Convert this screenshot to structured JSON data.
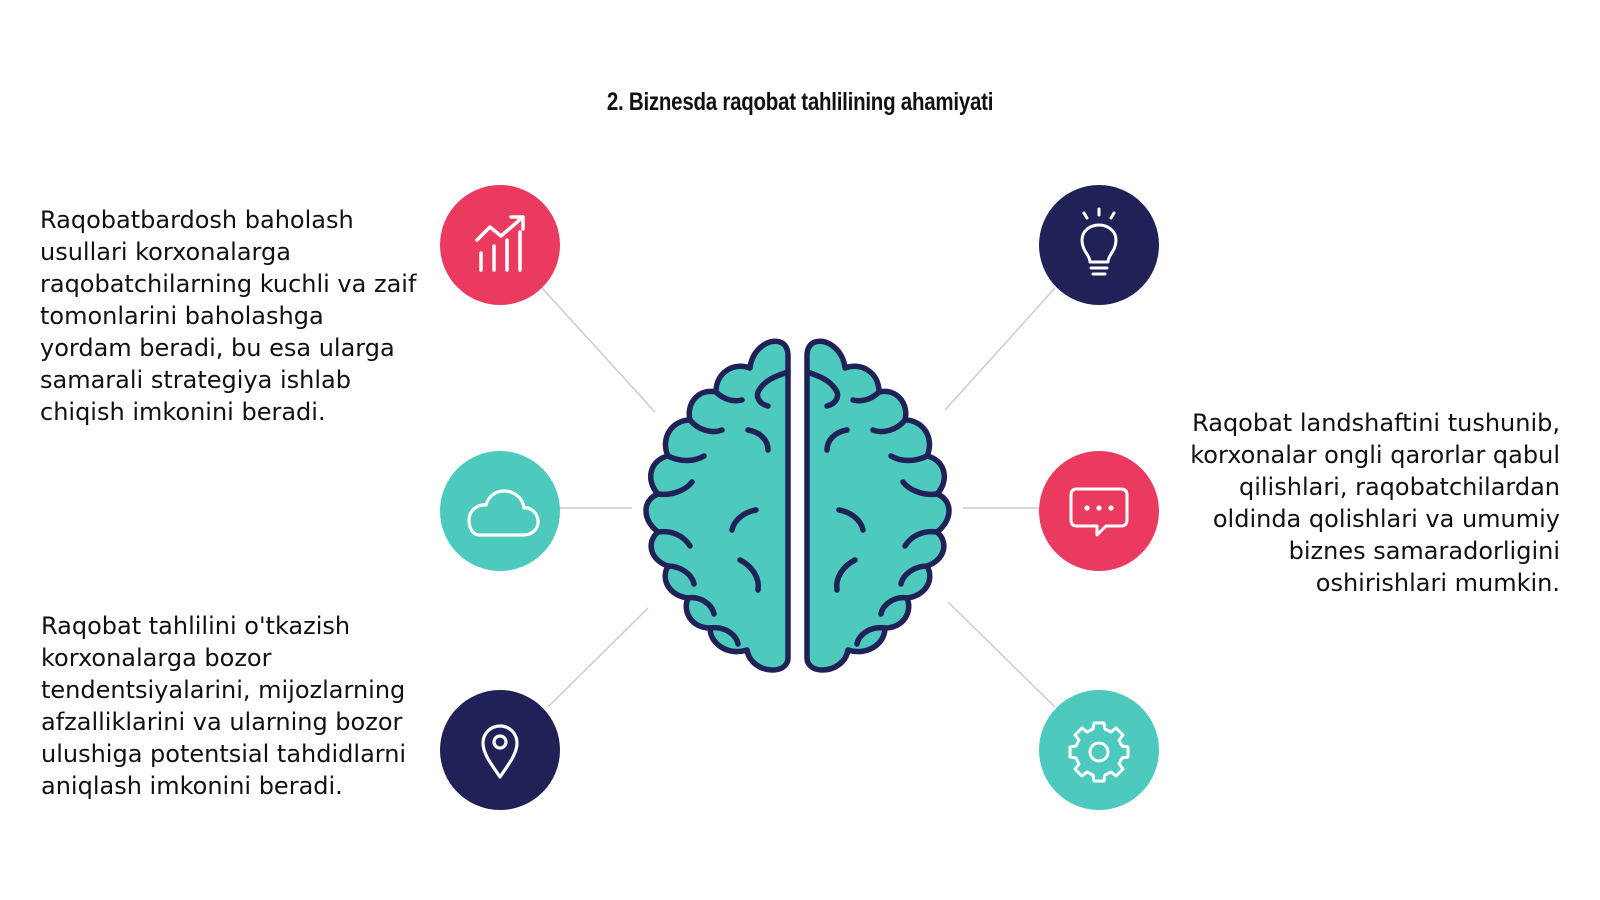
{
  "title": "2. Biznesda raqobat tahlilining ahamiyati",
  "paragraphs": {
    "left_top": "Raqobatbardosh baholash usullari korxonalarga raqobatchilarning kuchli va zaif tomonlarini baholashga yordam beradi, bu esa ularga samarali strategiya ishlab chiqish imkonini beradi.",
    "left_bottom": "Raqobat tahlilini o'tkazish korxonalarga bozor tendentsiyalarini, mijozlarning afzalliklarini va ularning bozor ulushiga potentsial tahdidlarni aniqlash imkonini beradi.",
    "right": "Raqobat landshaftini tushunib, korxonalar ongli qarorlar qabul qilishlari, raqobatchilardan oldinda qolishlari va umumiy biznes samaradorligini oshirishlari mumkin."
  },
  "nodes": [
    {
      "icon": "growth-chart-icon",
      "color": "#eb3a5f"
    },
    {
      "icon": "cloud-icon",
      "color": "#4ec9bd"
    },
    {
      "icon": "location-pin-icon",
      "color": "#1f2157"
    },
    {
      "icon": "lightbulb-icon",
      "color": "#1f2157"
    },
    {
      "icon": "speech-bubble-icon",
      "color": "#eb3a5f"
    },
    {
      "icon": "gear-icon",
      "color": "#4ec9bd"
    }
  ],
  "center": {
    "icon": "brain-icon",
    "fill": "#4ec9bd",
    "outline": "#1f2157"
  }
}
